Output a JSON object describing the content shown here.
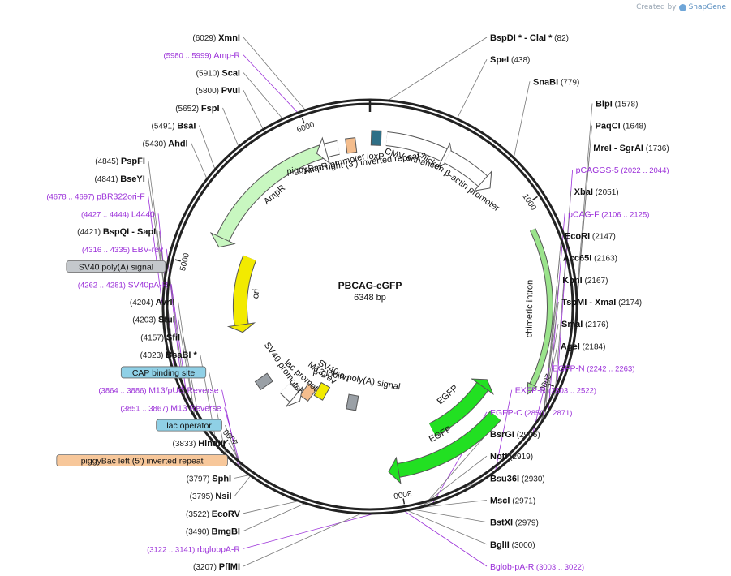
{
  "credit": {
    "prefix": "Created by",
    "brand": "SnapGene"
  },
  "plasmid": {
    "name": "PBCAG-eGFP",
    "length_label": "6348 bp",
    "length": 6348
  },
  "ticks": [
    {
      "bp": 1000,
      "label": "1000"
    },
    {
      "bp": 2000,
      "label": "2000"
    },
    {
      "bp": 3000,
      "label": "3000"
    },
    {
      "bp": 4000,
      "label": "4000"
    },
    {
      "bp": 5000,
      "label": "5000"
    },
    {
      "bp": 6000,
      "label": "6000"
    }
  ],
  "features": [
    {
      "label": "loxP",
      "start": 20,
      "end": 54,
      "color": "#2f6f86",
      "type": "block",
      "dir": 1
    },
    {
      "label": "CMV enhancer",
      "start": 100,
      "end": 480,
      "color": "#ffffff",
      "type": "arrow",
      "dir": 1
    },
    {
      "label": "chicken β-actin promoter",
      "start": 482,
      "end": 760,
      "color": "#ffffff",
      "type": "arrow",
      "dir": 1
    },
    {
      "label": "chimeric intron",
      "start": 1140,
      "end": 2060,
      "color": "#9be38c",
      "type": "arrow-thin",
      "dir": 1
    },
    {
      "label": "EGFP",
      "start": 2190,
      "end": 2700,
      "color": "#22e022",
      "type": "arrow",
      "dir": -1
    },
    {
      "label": "EGFP",
      "start": 2310,
      "end": 3020,
      "color": "#22e022",
      "type": "arrow",
      "dir": 1
    },
    {
      "label": "β-globin poly(A) signal",
      "start": 3330,
      "end": 3385,
      "color": "#9aa0a6",
      "type": "block",
      "dir": 1
    },
    {
      "label": "M13 rev",
      "start": 3795,
      "end": 3815,
      "color": "#f4bd8d",
      "type": "block",
      "dir": 1
    },
    {
      "label": "lac promoter",
      "start": 3860,
      "end": 3990,
      "color": "#ffffff",
      "type": "arrow",
      "dir": -1
    },
    {
      "label": "SV40 promoter",
      "start": 4030,
      "end": 4250,
      "color": "#9aa0a6",
      "type": "block",
      "dir": 1
    },
    {
      "label": "SV40 ori",
      "start": 3630,
      "end": 3760,
      "color": "#f2ea00",
      "type": "block",
      "dir": 1
    },
    {
      "label": "ori",
      "start": 4600,
      "end": 5150,
      "color": "#f2ea00",
      "type": "arrow",
      "dir": -1
    },
    {
      "label": "AmpR",
      "start": 5180,
      "end": 6090,
      "color": "#c8f7c0",
      "type": "arrow",
      "dir": -1
    },
    {
      "label": "AmpR promoter",
      "start": 6050,
      "end": 6150,
      "color": "#ffffff",
      "type": "arrow",
      "dir": -1
    },
    {
      "label": "piggyBac right (3') inverted repeat",
      "start": 6190,
      "end": 6270,
      "color": "#f4bd8d",
      "type": "block",
      "dir": 1
    }
  ],
  "enzymes": [
    {
      "name": "XmnI",
      "pos": "(6029)",
      "side": "left",
      "bp": 6029
    },
    {
      "name": "ScaI",
      "pos": "(5910)",
      "side": "left",
      "bp": 5910
    },
    {
      "name": "PvuI",
      "pos": "(5800)",
      "side": "left",
      "bp": 5800
    },
    {
      "name": "FspI",
      "pos": "(5652)",
      "side": "left",
      "bp": 5652
    },
    {
      "name": "BsaI",
      "pos": "(5491)",
      "side": "left",
      "bp": 5491
    },
    {
      "name": "AhdI",
      "pos": "(5430)",
      "side": "left",
      "bp": 5430
    },
    {
      "name": "PspFI",
      "pos": "(4845)",
      "side": "left",
      "bp": 4845
    },
    {
      "name": "BseYI",
      "pos": "(4841)",
      "side": "left",
      "bp": 4841
    },
    {
      "name": "BspQI",
      "extra": " - SapI",
      "pos": "(4421)",
      "side": "left",
      "bp": 4421
    },
    {
      "name": "AvrII",
      "pos": "(4204)",
      "side": "left",
      "bp": 4204
    },
    {
      "name": "StuI",
      "pos": "(4203)",
      "side": "left",
      "bp": 4203
    },
    {
      "name": "SfiI",
      "pos": "(4157)",
      "side": "left",
      "bp": 4157
    },
    {
      "name": "BsaBI",
      "extra": " *",
      "pos": "(4023)",
      "side": "left",
      "bp": 4023
    },
    {
      "name": "HindIII",
      "pos": "(3833)",
      "side": "left",
      "bp": 3833
    },
    {
      "name": "SphI",
      "pos": "(3797)",
      "side": "left",
      "bp": 3797
    },
    {
      "name": "NsiI",
      "pos": "(3795)",
      "side": "left",
      "bp": 3795
    },
    {
      "name": "EcoRV",
      "pos": "(3522)",
      "side": "left",
      "bp": 3522
    },
    {
      "name": "BmgBI",
      "pos": "(3490)",
      "side": "left",
      "bp": 3490
    },
    {
      "name": "PflMI",
      "pos": "(3207)",
      "side": "left",
      "bp": 3207
    },
    {
      "name": "BspDI",
      "extra": " *  - ClaI *",
      "pos": "(82)",
      "side": "right",
      "bp": 82
    },
    {
      "name": "SpeI",
      "pos": "(438)",
      "side": "right",
      "bp": 438
    },
    {
      "name": "SnaBI",
      "pos": "(779)",
      "side": "right",
      "bp": 779
    },
    {
      "name": "BlpI",
      "pos": "(1578)",
      "side": "right",
      "bp": 1578
    },
    {
      "name": "PaqCI",
      "pos": "(1648)",
      "side": "right",
      "bp": 1648
    },
    {
      "name": "MreI",
      "extra": " - SgrAI",
      "pos": "(1736)",
      "side": "right",
      "bp": 1736
    },
    {
      "name": "XbaI",
      "pos": "(2051)",
      "side": "right",
      "bp": 2051
    },
    {
      "name": "EcoRI",
      "pos": "(2147)",
      "side": "right",
      "bp": 2147
    },
    {
      "name": "Acc65I",
      "pos": "(2163)",
      "side": "right",
      "bp": 2163
    },
    {
      "name": "KpnI",
      "pos": "(2167)",
      "side": "right",
      "bp": 2167
    },
    {
      "name": "TspMI",
      "extra": " - XmaI",
      "pos": "(2174)",
      "side": "right",
      "bp": 2174
    },
    {
      "name": "SmaI",
      "pos": "(2176)",
      "side": "right",
      "bp": 2176
    },
    {
      "name": "AgeI",
      "pos": "(2184)",
      "side": "right",
      "bp": 2184
    },
    {
      "name": "BsrGI",
      "pos": "(2906)",
      "side": "right",
      "bp": 2906
    },
    {
      "name": "NotI",
      "pos": "(2919)",
      "side": "right",
      "bp": 2919
    },
    {
      "name": "Bsu36I",
      "pos": "(2930)",
      "side": "right",
      "bp": 2930
    },
    {
      "name": "MscI",
      "pos": "(2971)",
      "side": "right",
      "bp": 2971
    },
    {
      "name": "BstXI",
      "pos": "(2979)",
      "side": "right",
      "bp": 2979
    },
    {
      "name": "BglII",
      "pos": "(3000)",
      "side": "right",
      "bp": 3000
    }
  ],
  "primers": [
    {
      "name": "Amp-R",
      "range": "(5980 .. 5999)",
      "side": "left",
      "bp": 5990
    },
    {
      "name": "pBR322ori-F",
      "range": "(4678 .. 4697)",
      "side": "left",
      "bp": 4688
    },
    {
      "name": "L4440",
      "range": "(4427 .. 4444)",
      "side": "left",
      "bp": 4436
    },
    {
      "name": "EBV-rev",
      "range": "(4316 .. 4335)",
      "side": "left",
      "bp": 4326
    },
    {
      "name": "SV40pA-R",
      "range": "(4262 .. 4281)",
      "side": "left",
      "bp": 4272
    },
    {
      "name": "M13/pUC Reverse",
      "range": "(3864 .. 3886)",
      "side": "left",
      "bp": 3875
    },
    {
      "name": "M13 Reverse",
      "range": "(3851 .. 3867)",
      "side": "left",
      "bp": 3859
    },
    {
      "name": "rbglobpA-R",
      "range": "(3122 .. 3141)",
      "side": "left",
      "bp": 3132
    },
    {
      "name": "pCAGGS-5",
      "range": "(2022 .. 2044)",
      "side": "right",
      "bp": 2033
    },
    {
      "name": "pCAG-F",
      "range": "(2106 .. 2125)",
      "side": "right",
      "bp": 2115
    },
    {
      "name": "EGFP-N",
      "range": "(2242 .. 2263)",
      "side": "right",
      "bp": 2252
    },
    {
      "name": "EXFP-R",
      "range": "(2503 .. 2522)",
      "side": "right",
      "bp": 2512
    },
    {
      "name": "EGFP-C",
      "range": "(2850 .. 2871)",
      "side": "right",
      "bp": 2860
    },
    {
      "name": "Bglob-pA-R",
      "range": "(3003 .. 3022)",
      "side": "right",
      "bp": 3012
    }
  ],
  "boxed_labels": [
    {
      "text": "SV40 poly(A) signal",
      "color": "#c4c8cc",
      "bp": 4300
    },
    {
      "text": "CAP binding site",
      "color": "#8fd0e6",
      "bp": 3960
    },
    {
      "text": "lac operator",
      "color": "#8fd0e6",
      "bp": 3855
    },
    {
      "text": "piggyBac left (5') inverted repeat",
      "color": "#f7c79a",
      "bp": 3820
    }
  ]
}
